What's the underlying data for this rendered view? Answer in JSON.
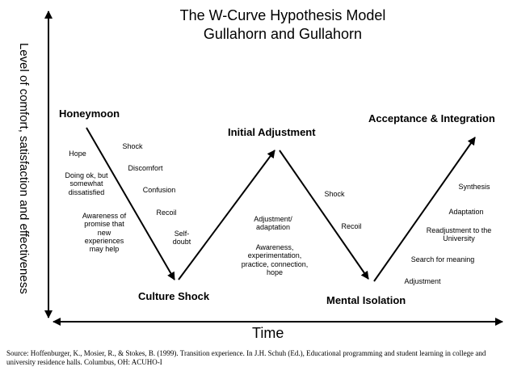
{
  "title": {
    "line1": "The W-Curve Hypothesis Model",
    "line2": "Gullahorn and Gullahorn"
  },
  "axes": {
    "y_label": "Level of comfort, satisfaction and effectiveness",
    "x_label": "Time"
  },
  "stages": {
    "honeymoon": "Honeymoon",
    "culture_shock": "Culture Shock",
    "initial_adjustment": "Initial Adjustment",
    "mental_isolation": "Mental Isolation",
    "acceptance": "Acceptance & Integration"
  },
  "notes": {
    "hope": "Hope",
    "doing_ok": "Doing ok, but\nsomewhat\ndissatisfied",
    "awareness_promise": "Awareness of\npromise that\nnew\nexperiences\nmay help",
    "shock1": "Shock",
    "discomfort": "Discomfort",
    "confusion": "Confusion",
    "recoil1": "Recoil",
    "self_doubt": "Self-\ndoubt",
    "adjustment_adaptation": "Adjustment/\nadaptation",
    "awareness_experimentation": "Awareness,\nexperimentation,\npractice, connection,\nhope",
    "shock2": "Shock",
    "recoil2": "Recoil",
    "synthesis": "Synthesis",
    "adaptation": "Adaptation",
    "readjustment": "Readjustment to the\nUniversity",
    "search_meaning": "Search for meaning",
    "adjustment": "Adjustment"
  },
  "source": "Source: Hoffenburger, K., Mosier, R., & Stokes, B. (1999). Transition experience. In J.H. Schuh (Ed.), Educational programming and student learning in college and university residence halls. Columbus, OH: ACUHO-I"
}
